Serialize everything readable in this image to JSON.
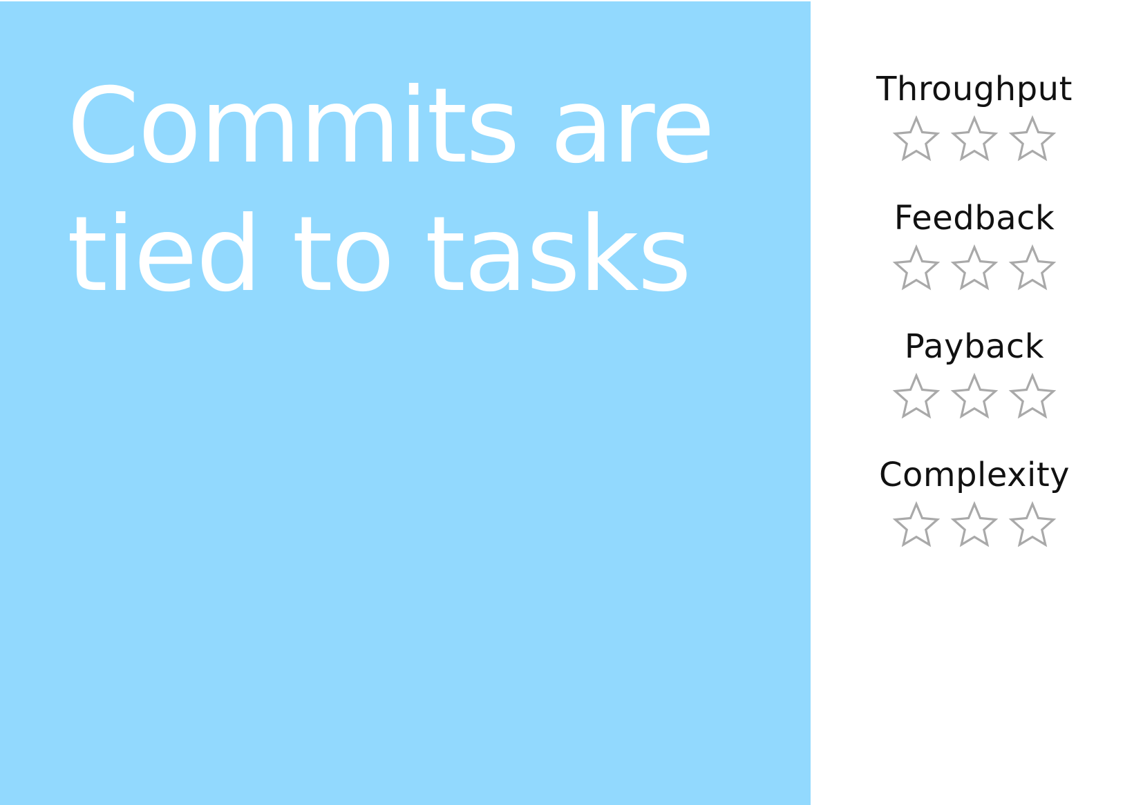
{
  "card": {
    "title": "Commits are\ntied to tasks",
    "background_color": "#92d9fe",
    "text_color": "#ffffff"
  },
  "ratings": [
    {
      "label": "Throughput",
      "rating": 0,
      "max": 3
    },
    {
      "label": "Feedback",
      "rating": 0,
      "max": 3
    },
    {
      "label": "Payback",
      "rating": 0,
      "max": 3
    },
    {
      "label": "Complexity",
      "rating": 0,
      "max": 3
    }
  ],
  "star_icon": "star-outline-icon",
  "star_color": "#a9a9a9"
}
